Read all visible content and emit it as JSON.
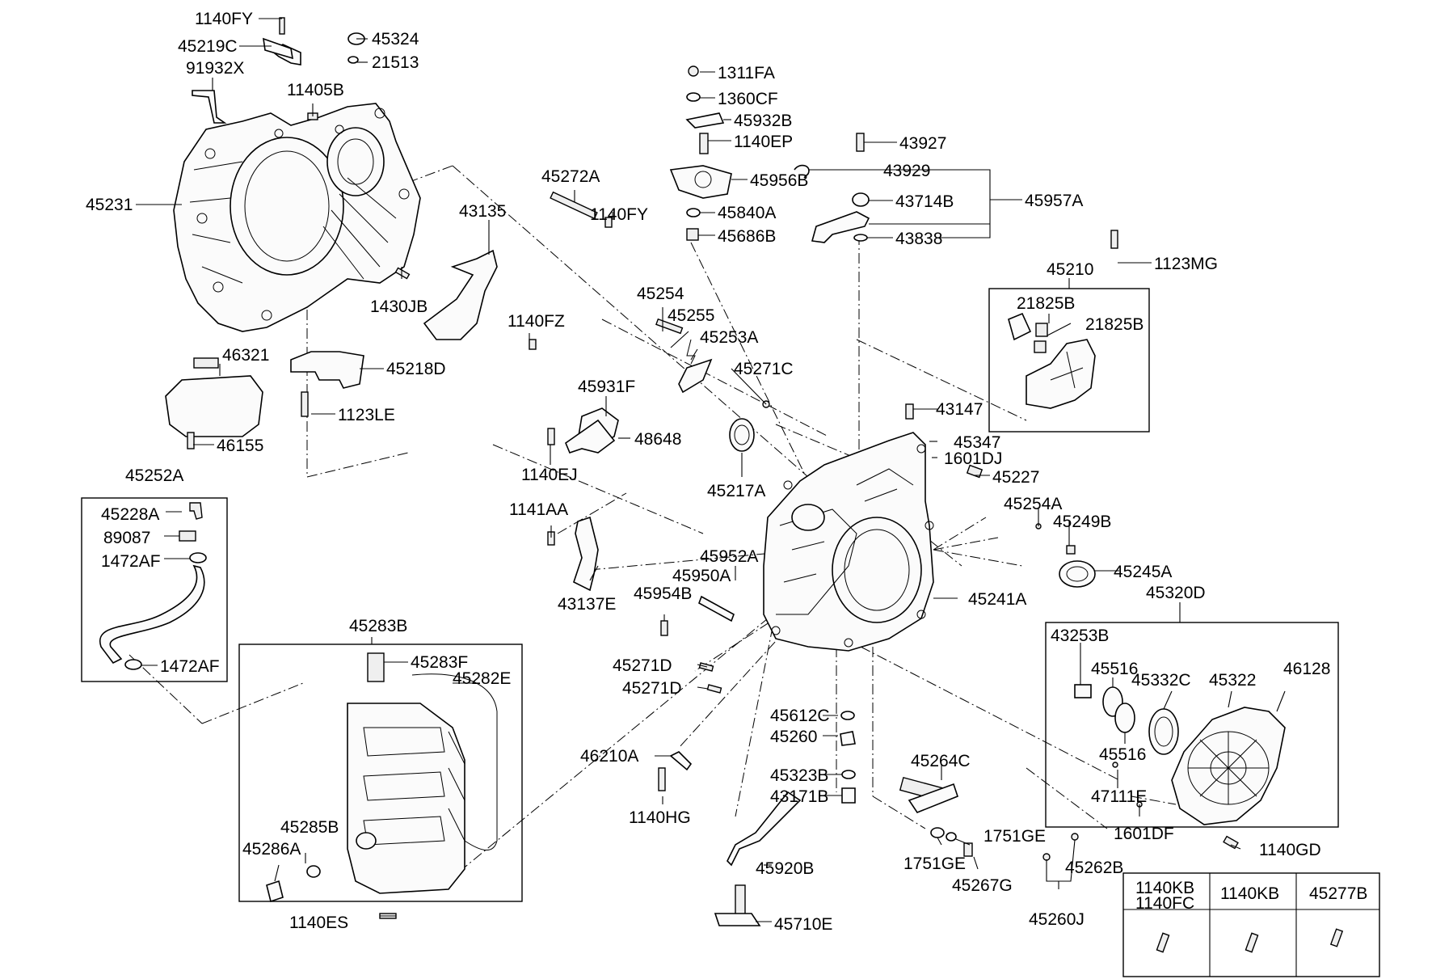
{
  "labels": {
    "p_1140FY_a": "1140FY",
    "p_45219C": "45219C",
    "p_91932X": "91932X",
    "p_45324": "45324",
    "p_21513": "21513",
    "p_11405B": "11405B",
    "p_45231": "45231",
    "p_45272A": "45272A",
    "p_1140FY_b": "1140FY",
    "p_43135": "43135",
    "p_1430JB": "1430JB",
    "p_1140FZ": "1140FZ",
    "p_46321": "46321",
    "p_45218D": "45218D",
    "p_1123LE": "1123LE",
    "p_46155": "46155",
    "p_45252A": "45252A",
    "p_45228A": "45228A",
    "p_89087": "89087",
    "p_1472AF_a": "1472AF",
    "p_1472AF_b": "1472AF",
    "p_1311FA": "1311FA",
    "p_1360CF": "1360CF",
    "p_45932B": "45932B",
    "p_1140EP": "1140EP",
    "p_45956B": "45956B",
    "p_45840A": "45840A",
    "p_45686B": "45686B",
    "p_43927": "43927",
    "p_43929": "43929",
    "p_43714B": "43714B",
    "p_45957A": "45957A",
    "p_43838": "43838",
    "p_45210": "45210",
    "p_1123MG": "1123MG",
    "p_21825B_a": "21825B",
    "p_21825B_b": "21825B",
    "p_45254": "45254",
    "p_45255": "45255",
    "p_45253A": "45253A",
    "p_45271C": "45271C",
    "p_45931F": "45931F",
    "p_48648": "48648",
    "p_1140EJ": "1140EJ",
    "p_45217A": "45217A",
    "p_43147": "43147",
    "p_45347": "45347",
    "p_1601DJ": "1601DJ",
    "p_45227": "45227",
    "p_45254A": "45254A",
    "p_45249B": "45249B",
    "p_1141AA": "1141AA",
    "p_45952A": "45952A",
    "p_45950A": "45950A",
    "p_43137E": "43137E",
    "p_45954B": "45954B",
    "p_45245A": "45245A",
    "p_45241A": "45241A",
    "p_45320D": "45320D",
    "p_45283B": "45283B",
    "p_45283F": "45283F",
    "p_45282E": "45282E",
    "p_45271D_a": "45271D",
    "p_45271D_b": "45271D",
    "p_43253B": "43253B",
    "p_45516_a": "45516",
    "p_45332C": "45332C",
    "p_45322": "45322",
    "p_46128": "46128",
    "p_45516_b": "45516",
    "p_45612C": "45612C",
    "p_45260": "45260",
    "p_46210A": "46210A",
    "p_45323B": "45323B",
    "p_43171B": "43171B",
    "p_45264C": "45264C",
    "p_47111E": "47111E",
    "p_1601DF": "1601DF",
    "p_1140HG": "1140HG",
    "p_45285B": "45285B",
    "p_45286A": "45286A",
    "p_1751GE_a": "1751GE",
    "p_1751GE_b": "1751GE",
    "p_45267G": "45267G",
    "p_45262B": "45262B",
    "p_1140GD": "1140GD",
    "p_45920B": "45920B",
    "p_45260J": "45260J",
    "p_1140ES": "1140ES",
    "p_45710E": "45710E"
  },
  "legend_table": {
    "col1_line1": "1140KB",
    "col1_line2": "1140FC",
    "col2": "1140KB",
    "col3": "45277B"
  }
}
